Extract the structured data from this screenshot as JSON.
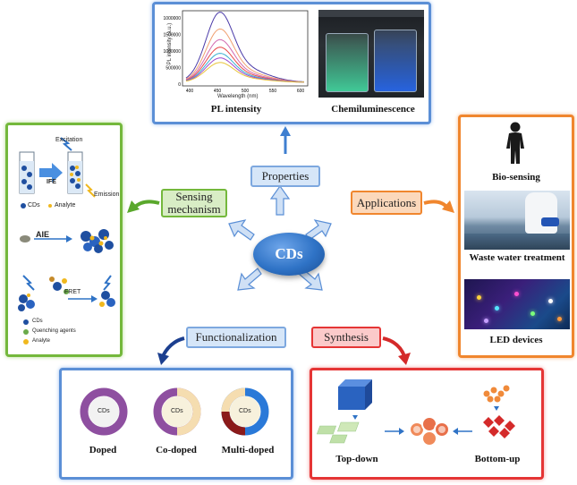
{
  "center": {
    "label": "CDs"
  },
  "properties": {
    "label": "Properties",
    "pl_caption": "PL intensity",
    "chemi_caption": "Chemiluminescence",
    "plot": {
      "ylabel": "PL intensity (a.u.)",
      "xlabel": "Wavelength (nm)",
      "yticks": [
        "1000000",
        "1500000",
        "1000000",
        "500000",
        "0"
      ],
      "xticks": [
        "400",
        "450",
        "500",
        "550",
        "600"
      ]
    }
  },
  "applications": {
    "label": "Applications",
    "items": [
      "Bio-sensing",
      "Waste water treatment",
      "LED devices"
    ]
  },
  "sensing": {
    "label": "Sensing mechanism",
    "ife": {
      "excitation": "Excitation",
      "ife": "IFE",
      "emission": "Emission",
      "cds": "CDs",
      "analyte": "Analyte"
    },
    "aie": {
      "label": "AIE"
    },
    "fret": {
      "label": "FRET",
      "legend": [
        "CDs",
        "Quenching agents",
        "Analyte"
      ]
    }
  },
  "functionalization": {
    "label": "Functionalization",
    "items": [
      "Doped",
      "Co-doped",
      "Multi-doped"
    ],
    "ring_label": "CDs"
  },
  "synthesis": {
    "label": "Synthesis",
    "top_down": "Top-down",
    "bottom_up": "Bottom-up"
  },
  "colors": {
    "blue_border": "#5b8fd6",
    "green_border": "#74b83c",
    "orange_border": "#f0862e",
    "red_border": "#e53535",
    "center_blue": "#2f73c6"
  }
}
